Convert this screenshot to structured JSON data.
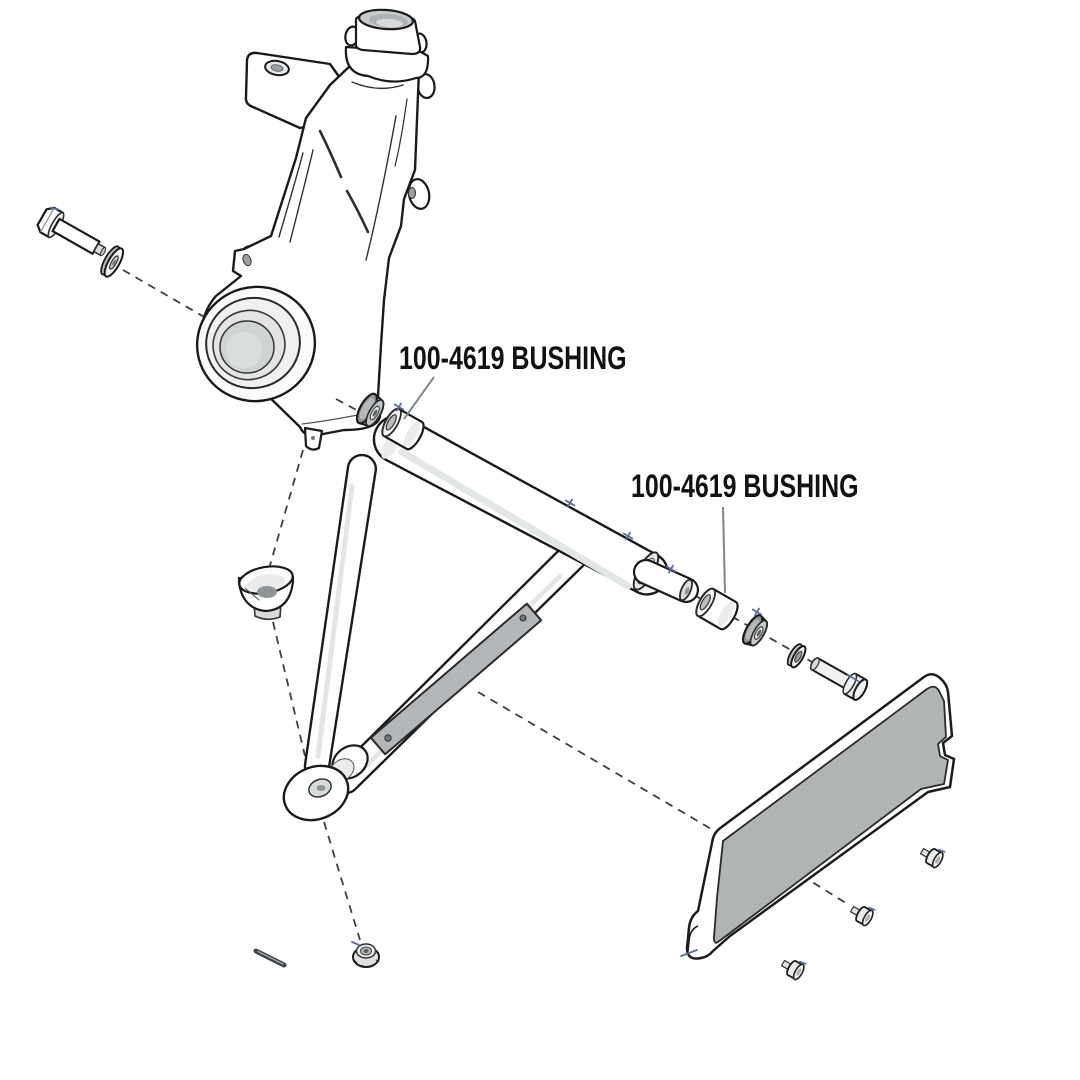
{
  "diagram": {
    "background_color": "#ffffff",
    "labels": {
      "bushing_label_1": "100-4619 BUSHING",
      "bushing_label_2": "100-4619 BUSHING"
    },
    "colors": {
      "outline": "#1a1a1a",
      "part_fill": "#ffffff",
      "panel_fill": "#b0b4b5",
      "shade_light": "#e9ebec",
      "shade_mid": "#c9cdce",
      "shade_dark": "#9fa4a6",
      "dashed_line": "#3f3f3f",
      "leader_line": "#7b8591",
      "marker_accent": "#5b6b9e",
      "label_text": "#111111"
    },
    "parts": [
      "steering-knuckle",
      "hinge-bolt-left",
      "washer-left",
      "flanged-bushing-inner",
      "plain-bushing-inner",
      "suspension-a-arm",
      "wear-plate-insert",
      "pivot-cone-cap",
      "pivot-eye",
      "plain-bushing-outer",
      "flanged-bushing-outer",
      "washer-right",
      "hinge-bolt-right",
      "mud-guard-panel",
      "mounting-screw",
      "mounting-screw",
      "mounting-screw",
      "lock-nut",
      "hinge-pin"
    ]
  }
}
